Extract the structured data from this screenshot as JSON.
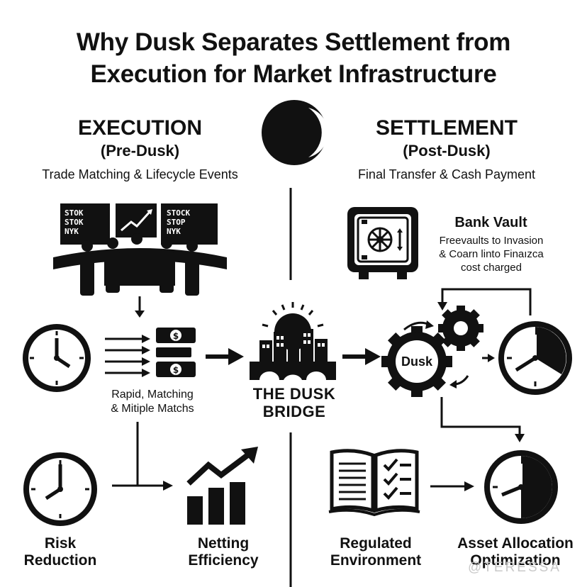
{
  "title": {
    "line1": "Why Dusk Separates Settlement from",
    "line2": "Execution for Market Infrastructure"
  },
  "execution": {
    "heading": "EXECUTION",
    "subheading": "(Pre-Dusk)",
    "description": "Trade Matching & Lifecycle Events",
    "screen_left": [
      "STOK",
      "STOK",
      "NYK"
    ],
    "screen_right": [
      "STOCK",
      "STOP",
      "NYK"
    ],
    "matching_label_line1": "Rapid, Matching",
    "matching_label_line2": "& Mitiple Matchs",
    "risk_line1": "Risk",
    "risk_line2": "Reduction",
    "netting_line1": "Netting",
    "netting_line2": "Efficiency"
  },
  "bridge": {
    "label_line1": "THE DUSK",
    "label_line2": "BRIDGE"
  },
  "settlement": {
    "heading": "SETTLEMENT",
    "subheading": "(Post-Dusk)",
    "description": "Final Transfer & Cash Payment",
    "vault_title": "Bank Vault",
    "vault_line1": "Freevaults to Invasion",
    "vault_line2": "& Coarn linto Finaızca",
    "vault_line3": "cost charged",
    "gear_label": "Dusk",
    "regulated_line1": "Regulated",
    "regulated_line2": "Environment",
    "asset_line1": "Asset Allocation",
    "asset_line2": "Optimization"
  },
  "watermark": "@TERESSA",
  "icons": [
    "moon-icon",
    "trading-floor-icon",
    "clock-icon",
    "arrows-icon",
    "money-icon",
    "city-bridge-icon",
    "vault-icon",
    "gears-icon",
    "book-checklist-icon",
    "bar-chart-up-icon"
  ],
  "colors": {
    "ink": "#111111",
    "background": "#ffffff",
    "watermark": "#c8c8c8"
  }
}
